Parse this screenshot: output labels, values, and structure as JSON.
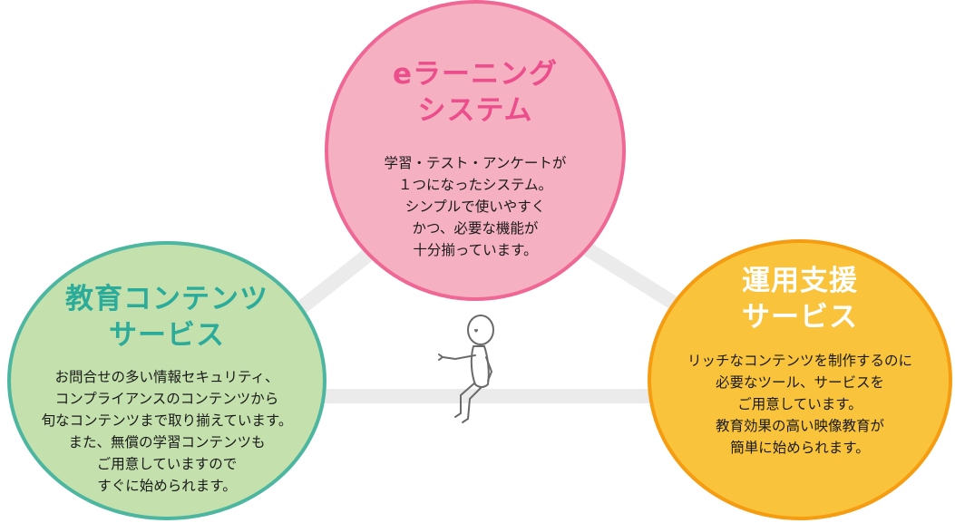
{
  "circles": {
    "elearning": {
      "title": "eラーニング\nシステム",
      "body": "学習・テスト・アンケートが\n１つになったシステム。\nシンプルで使いやすく\nかつ、必要な機能が\n十分揃っています。",
      "fill_color": "#f5b0c2",
      "border_color": "#ee6795",
      "title_color": "#ec4d8b"
    },
    "content": {
      "title": "教育コンテンツ\nサービス",
      "body": "お問合せの多い情報セキュリティ、\nコンプライアンスのコンテンツから\n旬なコンテンツまで取り揃えています。\nまた、無償の学習コンテンツも\nご用意していますので\nすぐに始められます。",
      "fill_color": "#c3e0ad",
      "border_color": "#4cb6a0",
      "title_color": "#2bab9a"
    },
    "support": {
      "title": "運用支援\nサービス",
      "body": "リッチなコンテンツを制作するのに\n必要なツール、サービスを\nご用意しています。\n教育効果の高い映像教育が\n簡単に始められます。",
      "fill_color": "#f9c43c",
      "border_color": "#f59c10",
      "title_color": "#ffffff"
    }
  },
  "connector_color": "#ebebeb",
  "figure": {
    "icon": "sitting-stick-figure-icon"
  }
}
